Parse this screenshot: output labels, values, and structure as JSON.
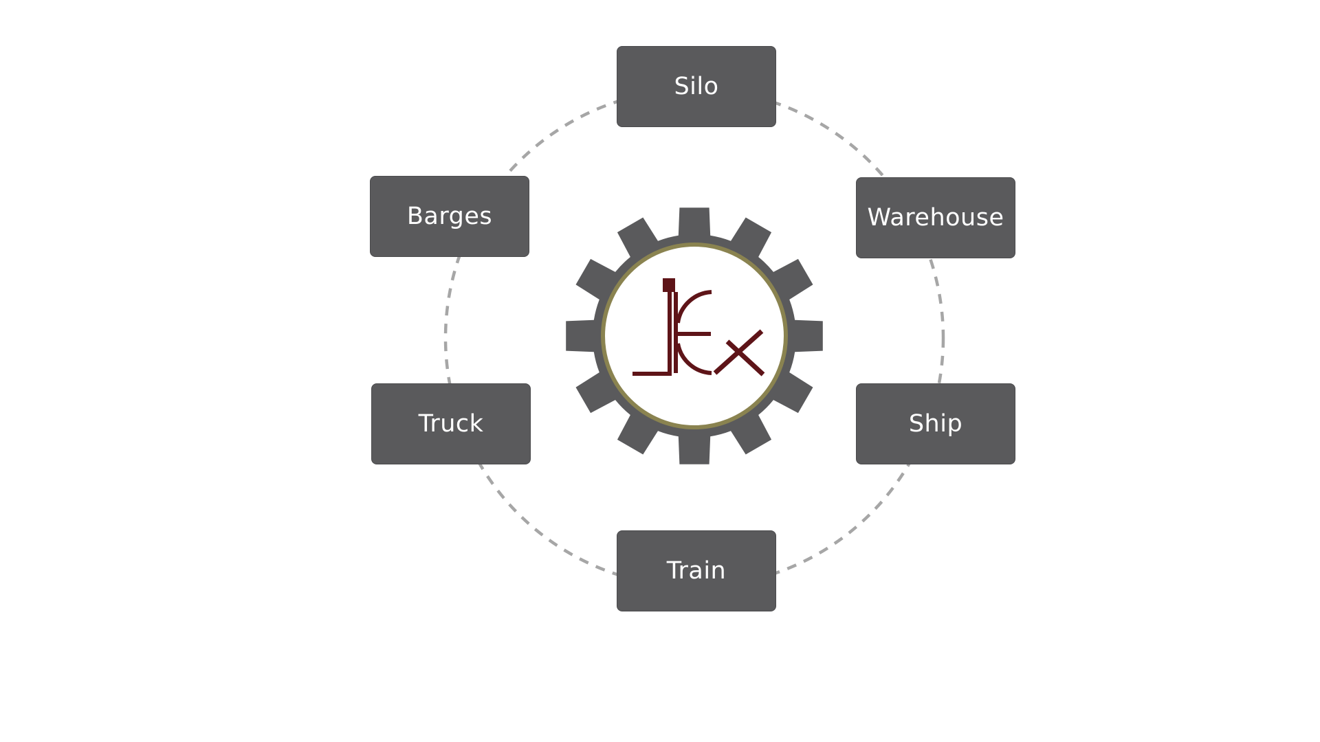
{
  "diagram": {
    "center_logo": {
      "text": "JEX",
      "icon": "gear-icon",
      "colors": {
        "gear": "#5a5a5c",
        "ring": "#8a8350",
        "logo": "#5e1418"
      }
    },
    "nodes": [
      {
        "id": "silo",
        "label": "Silo"
      },
      {
        "id": "warehouse",
        "label": "Warehouse"
      },
      {
        "id": "ship",
        "label": "Ship"
      },
      {
        "id": "train",
        "label": "Train"
      },
      {
        "id": "truck",
        "label": "Truck"
      },
      {
        "id": "barges",
        "label": "Barges"
      }
    ],
    "colors": {
      "node_fill": "#5a5a5c",
      "node_text": "#ffffff",
      "connector": "#a6a6a6"
    },
    "connector_style": "dashed"
  }
}
